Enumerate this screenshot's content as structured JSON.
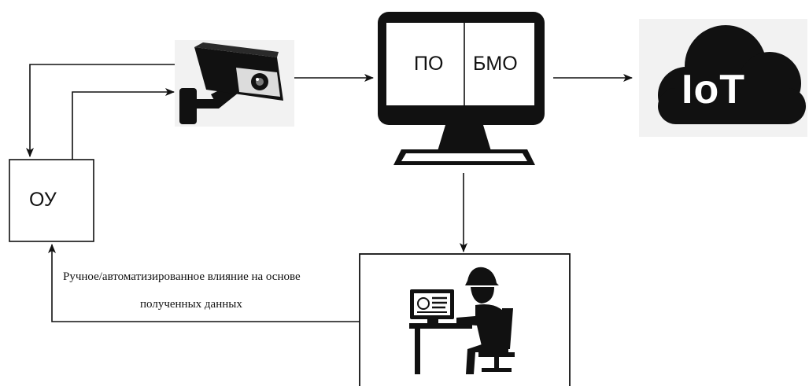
{
  "nodes": {
    "object": {
      "label": "ОУ"
    },
    "software": {
      "label": "ПО"
    },
    "bmo": {
      "label": "БМО"
    },
    "cloud": {
      "label": "IoT"
    }
  },
  "feedback": {
    "line1": "Ручное/автоматизированное влияние на основе",
    "line2": "полученных данных"
  },
  "icons": [
    "camera-icon",
    "computer-monitor-icon",
    "iot-cloud-icon",
    "operator-workstation-icon"
  ]
}
